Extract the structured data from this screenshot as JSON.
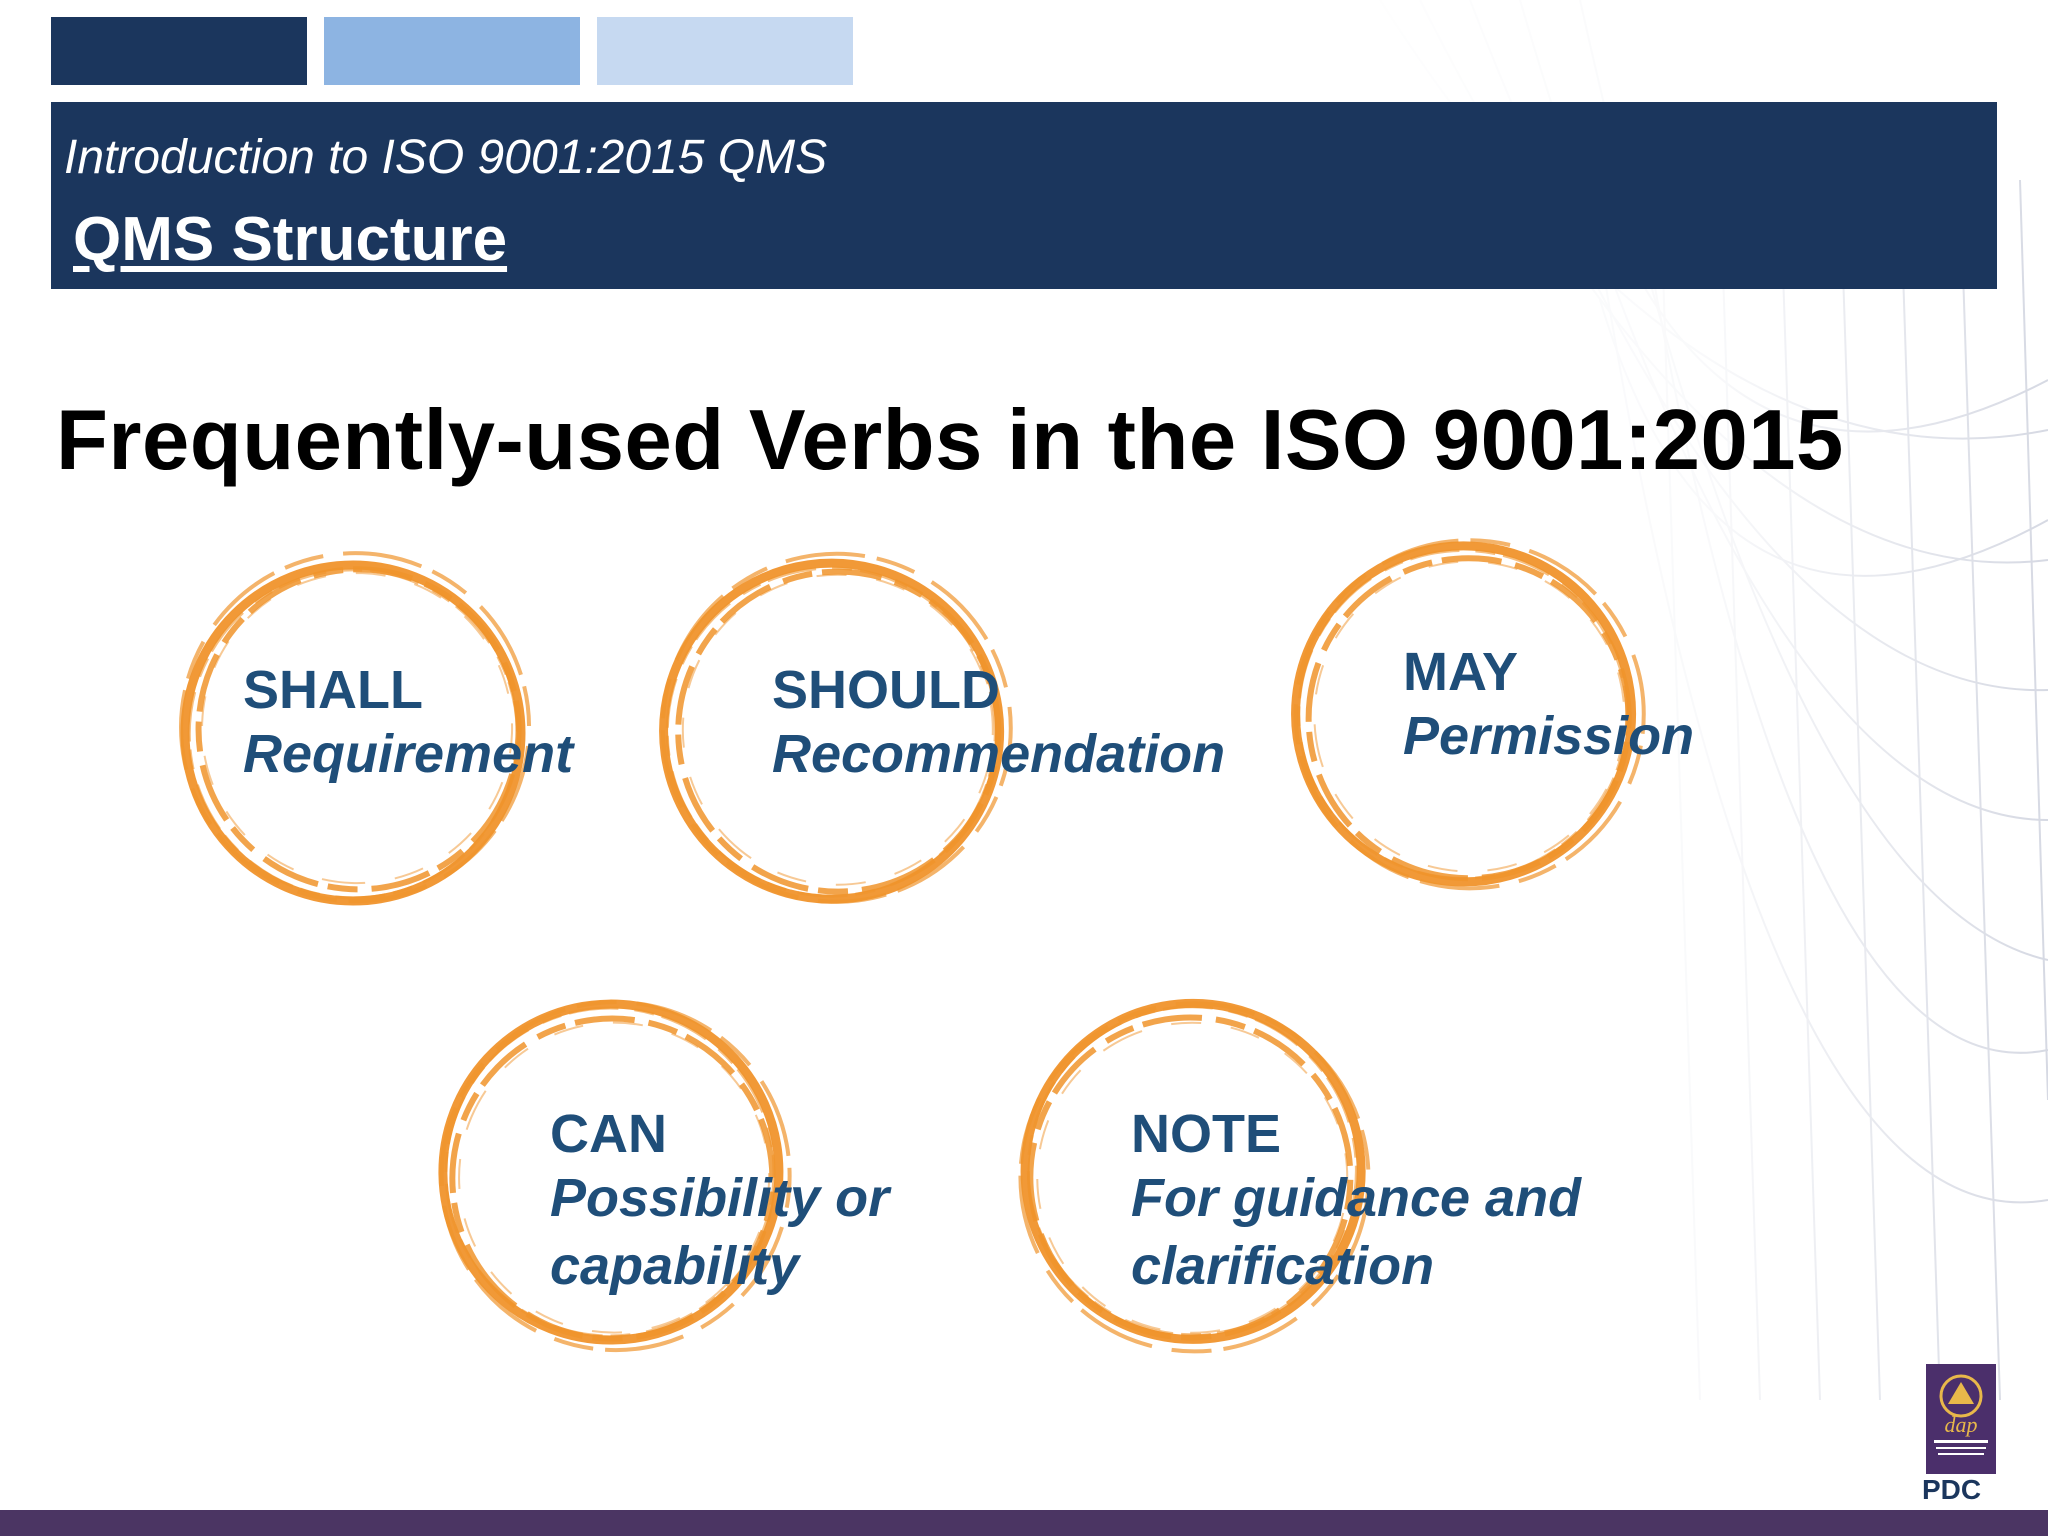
{
  "colors": {
    "navy": "#1b365d",
    "tab_mid": "#8db4e2",
    "tab_light": "#c6d9f1",
    "ring_orange": "#f0942c",
    "text_blue": "#1f4e79",
    "bottom_bar": "#4b3563",
    "logo_purple": "#4b2f6b"
  },
  "header": {
    "subtitle": "Introduction to ISO 9001:2015 QMS",
    "title": "QMS Structure"
  },
  "headline": "Frequently-used Verbs in the ISO 9001:2015",
  "verbs": [
    {
      "term": "SHALL",
      "meaning_lines": [
        "Requirement"
      ]
    },
    {
      "term": "SHOULD",
      "meaning_lines": [
        "Recommendation"
      ]
    },
    {
      "term": "MAY",
      "meaning_lines": [
        "Permission"
      ]
    },
    {
      "term": "CAN",
      "meaning_lines": [
        "Possibility or",
        "capability"
      ]
    },
    {
      "term": "NOTE",
      "meaning_lines": [
        "For guidance and",
        "clarification"
      ]
    }
  ],
  "logo": {
    "mark": "dap",
    "caption": "PDC",
    "icon": "dap-logo-icon"
  }
}
